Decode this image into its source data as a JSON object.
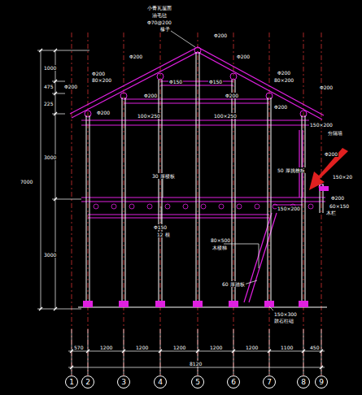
{
  "diagram": {
    "nodes": [
      {
        "text": [
          "1"
        ]
      },
      {
        "text": [
          "2"
        ]
      },
      {
        "text": [
          "3"
        ]
      },
      {
        "text": [
          "4"
        ]
      },
      {
        "text": [
          "5"
        ]
      },
      {
        "text": [
          "6"
        ]
      },
      {
        "text": [
          "7"
        ]
      },
      {
        "text": [
          "8"
        ]
      },
      {
        "text": [
          "9"
        ]
      }
    ],
    "labels": [
      "小青瓦屋面",
      "油毛毡",
      "Φ70@200",
      "椽子",
      "Φ200",
      "Φ200",
      "Φ200",
      "80×200",
      "Φ200",
      "Φ150",
      "Φ150",
      "Φ200",
      "Φ200",
      "80×200",
      "Φ200",
      "Φ200",
      "Φ200",
      "Φ200",
      "Φ200",
      "100×250",
      "100×250",
      "150×200",
      "分隔墙",
      "50 厚挑檐板",
      "Φ200",
      "150×20",
      "Φ200",
      "60×150",
      "30 厚楼板",
      "Φ150",
      "12 根",
      "150×200",
      "木栏",
      "80×500",
      "木楼梯",
      "60 厚踏板",
      "150×300",
      "鼓石柱础",
      "570",
      "1200",
      "1200",
      "1200",
      "1200",
      "1200",
      "1100",
      "450",
      "8120",
      "1000",
      "475",
      "225",
      "3000",
      "3000",
      "7000"
    ]
  }
}
